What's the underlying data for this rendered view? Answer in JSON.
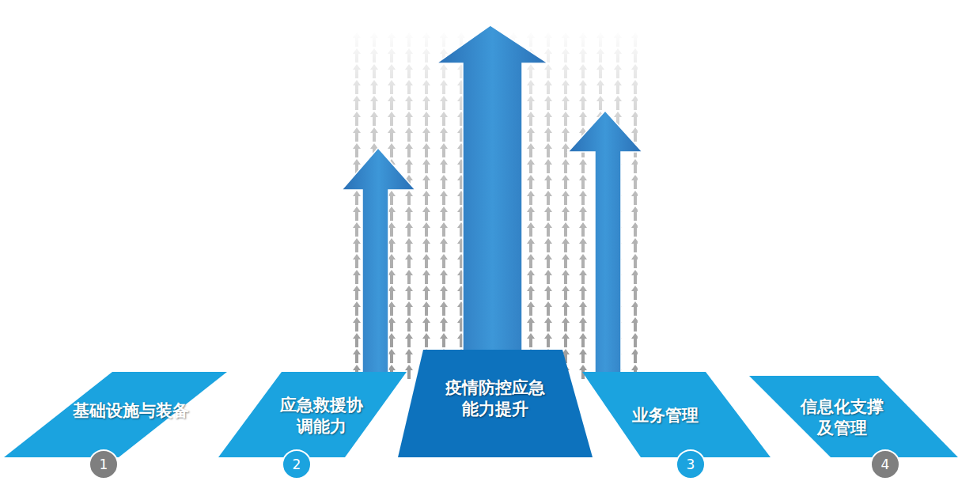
{
  "diagram": {
    "nodes": [
      {
        "text": [
          "基础设施与装备"
        ]
      },
      {
        "text": [
          "应急救援协调能力"
        ]
      },
      {
        "text": [
          "疫情防控应急能力提升"
        ]
      },
      {
        "text": [
          "业务管理"
        ]
      },
      {
        "text": [
          "信息化支撑及管理"
        ]
      }
    ],
    "labels": [
      "1",
      "2",
      "3",
      "4"
    ]
  }
}
